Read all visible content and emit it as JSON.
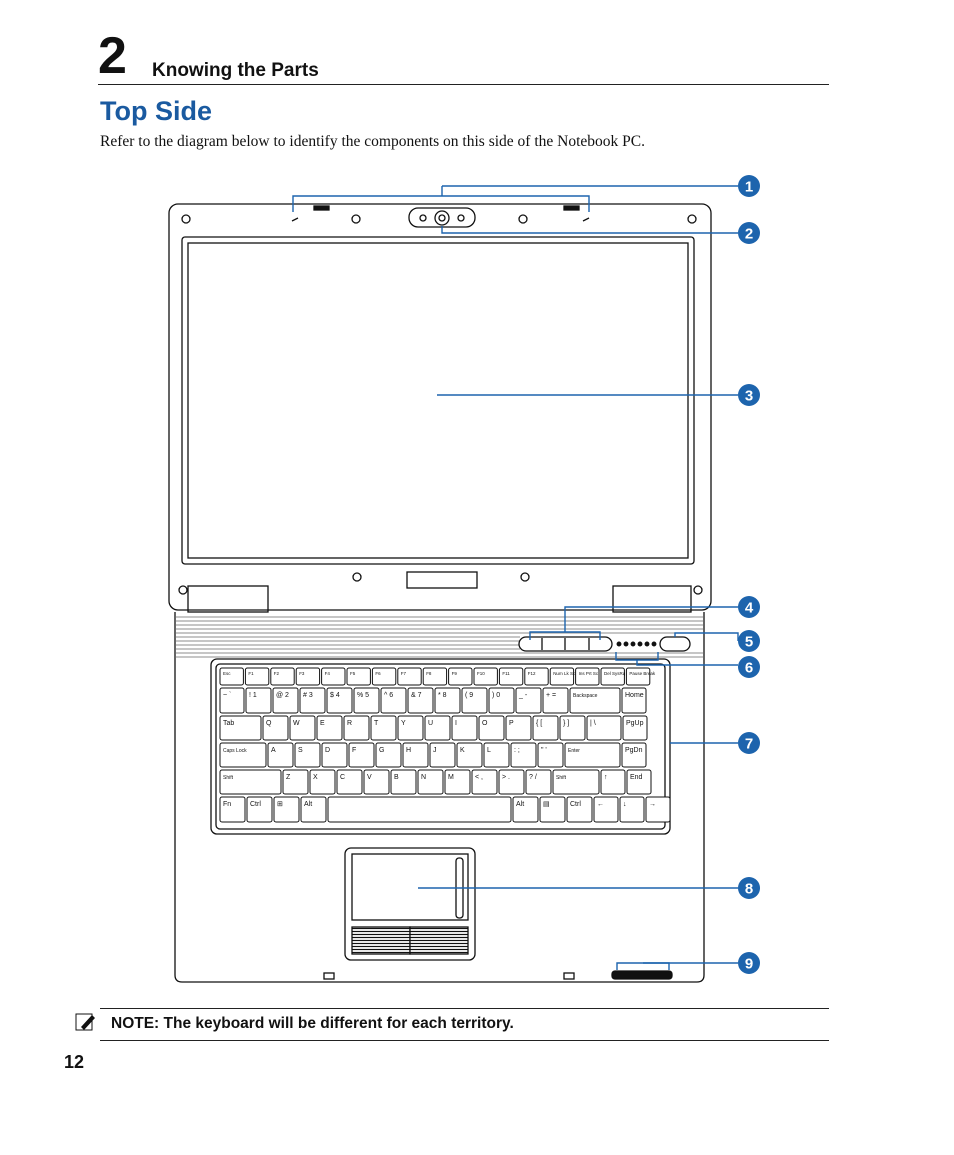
{
  "header": {
    "chapter_number": "2",
    "chapter_title": "Knowing the Parts"
  },
  "section": {
    "title": "Top Side",
    "intro": "Refer to the diagram below to identify the components on this side of the Notebook PC."
  },
  "callouts": [
    "1",
    "2",
    "3",
    "4",
    "5",
    "6",
    "7",
    "8",
    "9"
  ],
  "keyboard": {
    "row_fn": [
      "Esc",
      "F1",
      "F2",
      "F3",
      "F4",
      "F5",
      "F6",
      "F7",
      "F8",
      "F9",
      "F10",
      "F11",
      "F12",
      "Num Lk Scr Lk",
      "Ins Prt Sc",
      "Del SysRq",
      "Pause Break"
    ],
    "row_num": [
      "~ `",
      "! 1",
      "@ 2",
      "# 3",
      "$ 4",
      "% 5",
      "^ 6",
      "& 7",
      "* 8",
      "( 9",
      ") 0",
      "_ -",
      "+ =",
      "Backspace",
      "Home"
    ],
    "row_q": [
      "Tab",
      "Q",
      "W",
      "E",
      "R",
      "T",
      "Y",
      "U",
      "I",
      "O",
      "P",
      "{ [",
      "} ]",
      "| \\",
      "PgUp"
    ],
    "row_a": [
      "Caps Lock",
      "A",
      "S",
      "D",
      "F",
      "G",
      "H",
      "J",
      "K",
      "L",
      ": ;",
      "\" '",
      "Enter",
      "PgDn"
    ],
    "row_z": [
      "Shift",
      "Z",
      "X",
      "C",
      "V",
      "B",
      "N",
      "M",
      "< ,",
      "> .",
      "? /",
      "Shift",
      "↑",
      "End"
    ],
    "row_sp": [
      "Fn",
      "Ctrl",
      "⊞",
      "Alt",
      "",
      "Alt",
      "▤",
      "Ctrl",
      "←",
      "↓",
      "→"
    ]
  },
  "note": {
    "text": "NOTE: The keyboard will be different for each territory."
  },
  "footer": {
    "page_number": "12"
  },
  "colors": {
    "accent": "#1a5aa0",
    "callout_fill": "#1d64ad"
  }
}
